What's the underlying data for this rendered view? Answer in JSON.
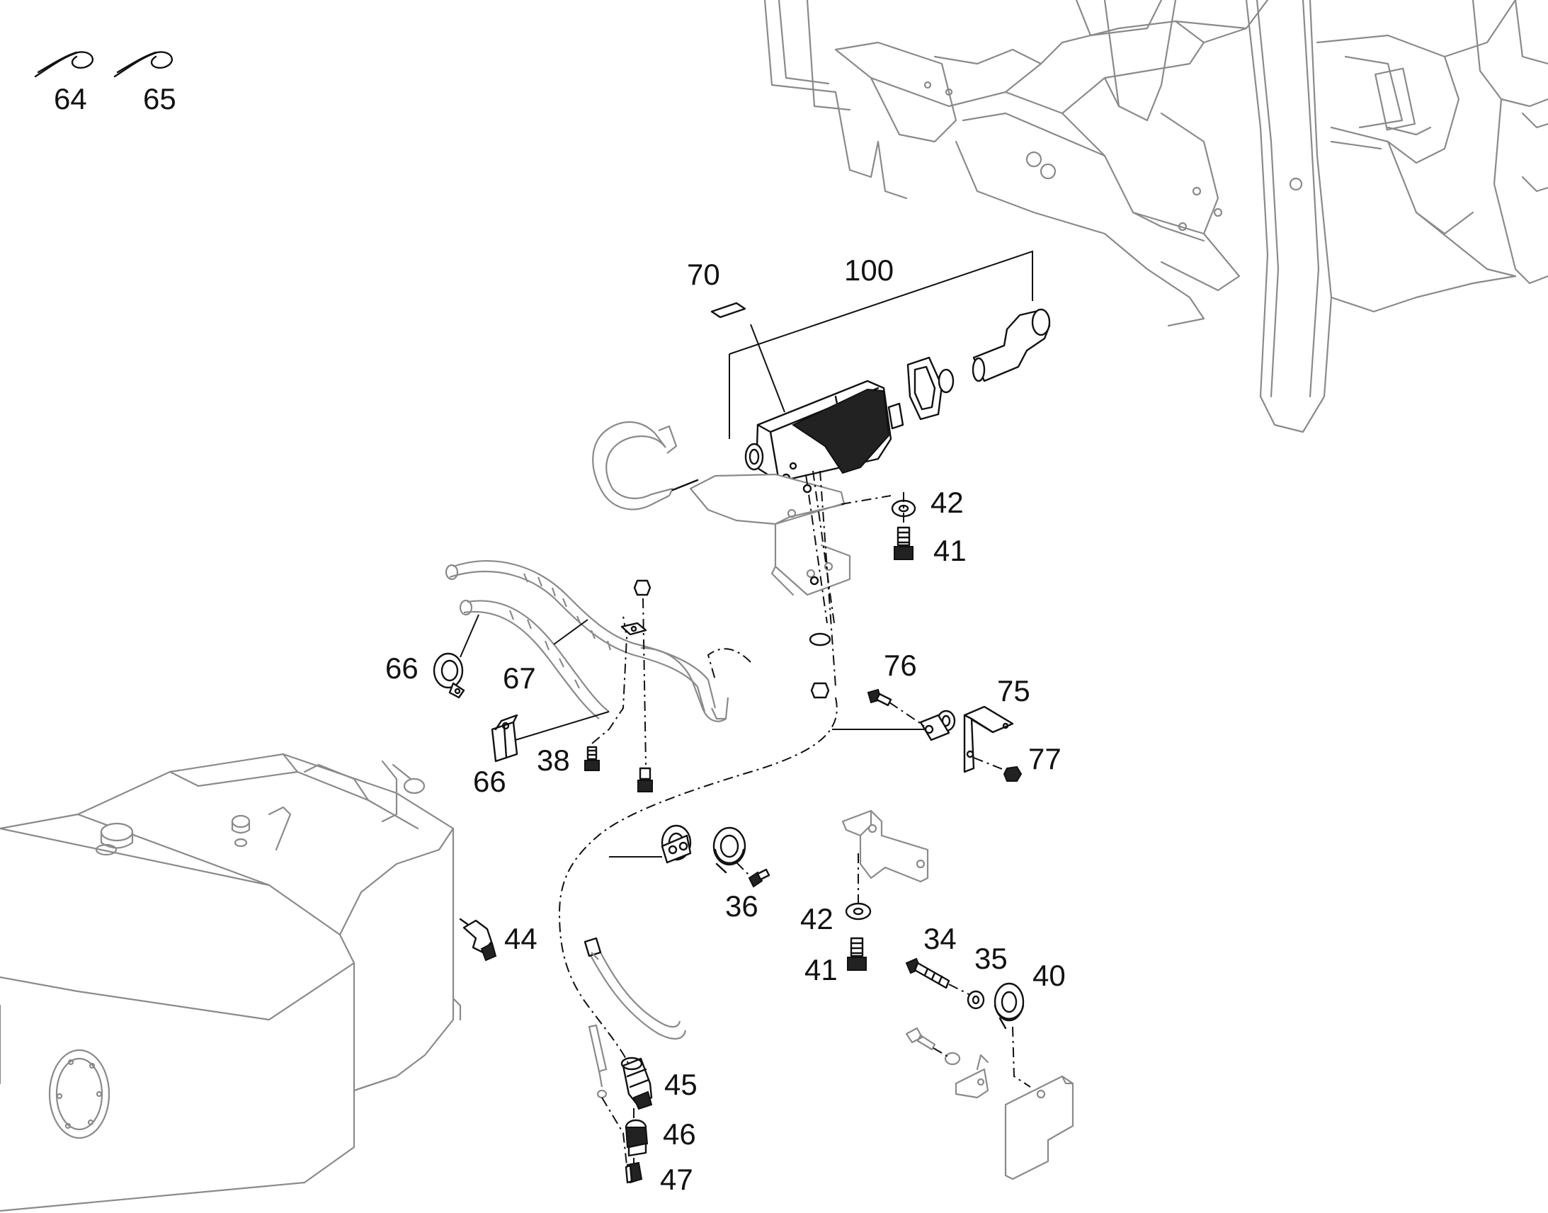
{
  "diagram": {
    "labels": [
      "64",
      "65",
      "70",
      "100",
      "42",
      "41",
      "66",
      "67",
      "76",
      "75",
      "77",
      "38",
      "66",
      "36",
      "42",
      "41",
      "34",
      "35",
      "40",
      "44",
      "45",
      "46",
      "47"
    ]
  }
}
